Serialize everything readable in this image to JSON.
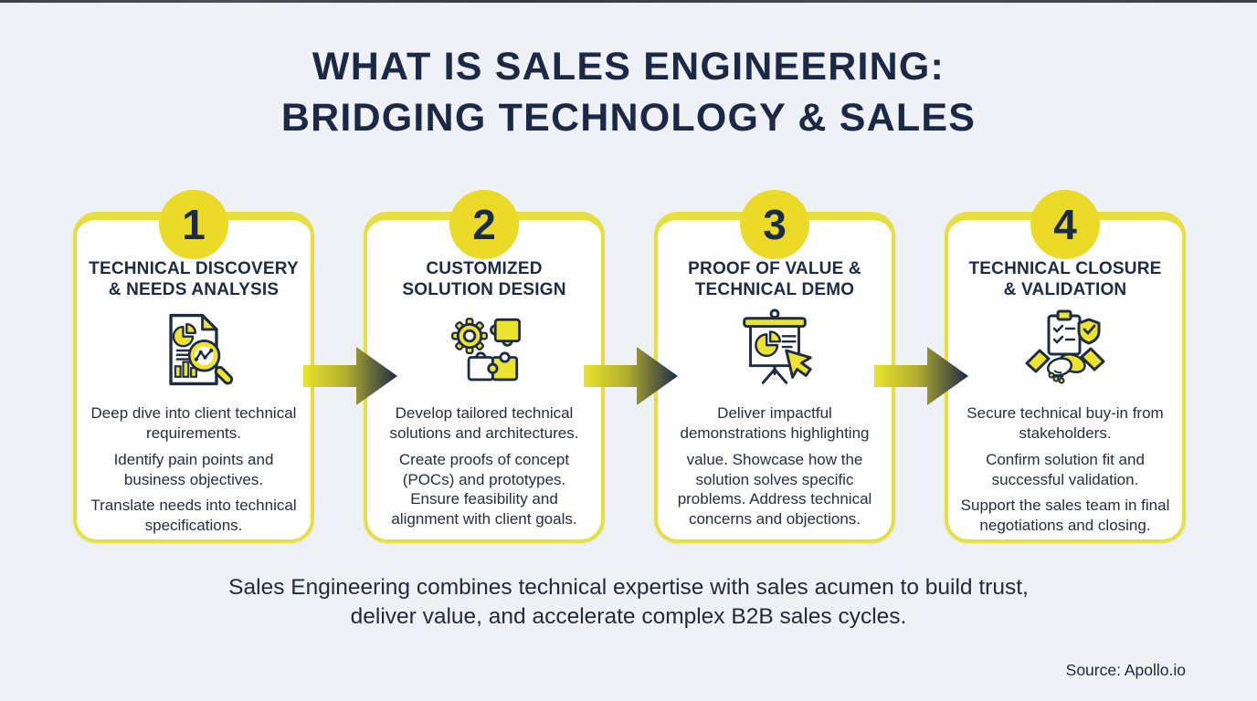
{
  "title": {
    "line1": "WHAT IS SALES ENGINEERING:",
    "line2": "BRIDGING TECHNOLOGY & SALES"
  },
  "steps": [
    {
      "number": "1",
      "icon": "document-analysis-icon",
      "title_line1": "TECHNICAL DISCOVERY",
      "title_line2": "& NEEDS ANALYSIS",
      "paragraphs": [
        "Deep dive into client technical requirements.",
        "Identify pain points and business objectives.",
        "Translate needs into technical specifications."
      ]
    },
    {
      "number": "2",
      "icon": "gear-puzzle-icon",
      "title_line1": "CUSTOMIZED",
      "title_line2": "SOLUTION DESIGN",
      "paragraphs": [
        "Develop tailored technical solutions and architectures.",
        "Create proofs of concept (POCs) and prototypes. Ensure feasibility and alignment with client goals."
      ]
    },
    {
      "number": "3",
      "icon": "presentation-demo-icon",
      "title_line1": "PROOF OF VALUE &",
      "title_line2": "TECHNICAL DEMO",
      "paragraphs": [
        "Deliver impactful demonstrations highlighting",
        "value. Showcase how the solution solves specific problems. Address technical concerns and objections."
      ]
    },
    {
      "number": "4",
      "icon": "handshake-validation-icon",
      "title_line1": "TECHNICAL CLOSURE",
      "title_line2": "& VALIDATION",
      "paragraphs": [
        "Secure technical buy-in from stakeholders.",
        "Confirm solution fit and successful validation.",
        "Support the sales team in final negotiations and closing."
      ]
    }
  ],
  "summary": {
    "line1": "Sales Engineering combines technical expertise with sales acumen to build trust,",
    "line2": "deliver value, and accelerate complex B2B sales cycles."
  },
  "source_label": "Source: Apollo.io",
  "colors": {
    "background": "#eef2f6",
    "navy": "#1c2a4a",
    "yellow": "#ecda28",
    "card_border_yellow": "#e7de41",
    "card_background": "#ffffff",
    "body_text": "#262d3e"
  }
}
